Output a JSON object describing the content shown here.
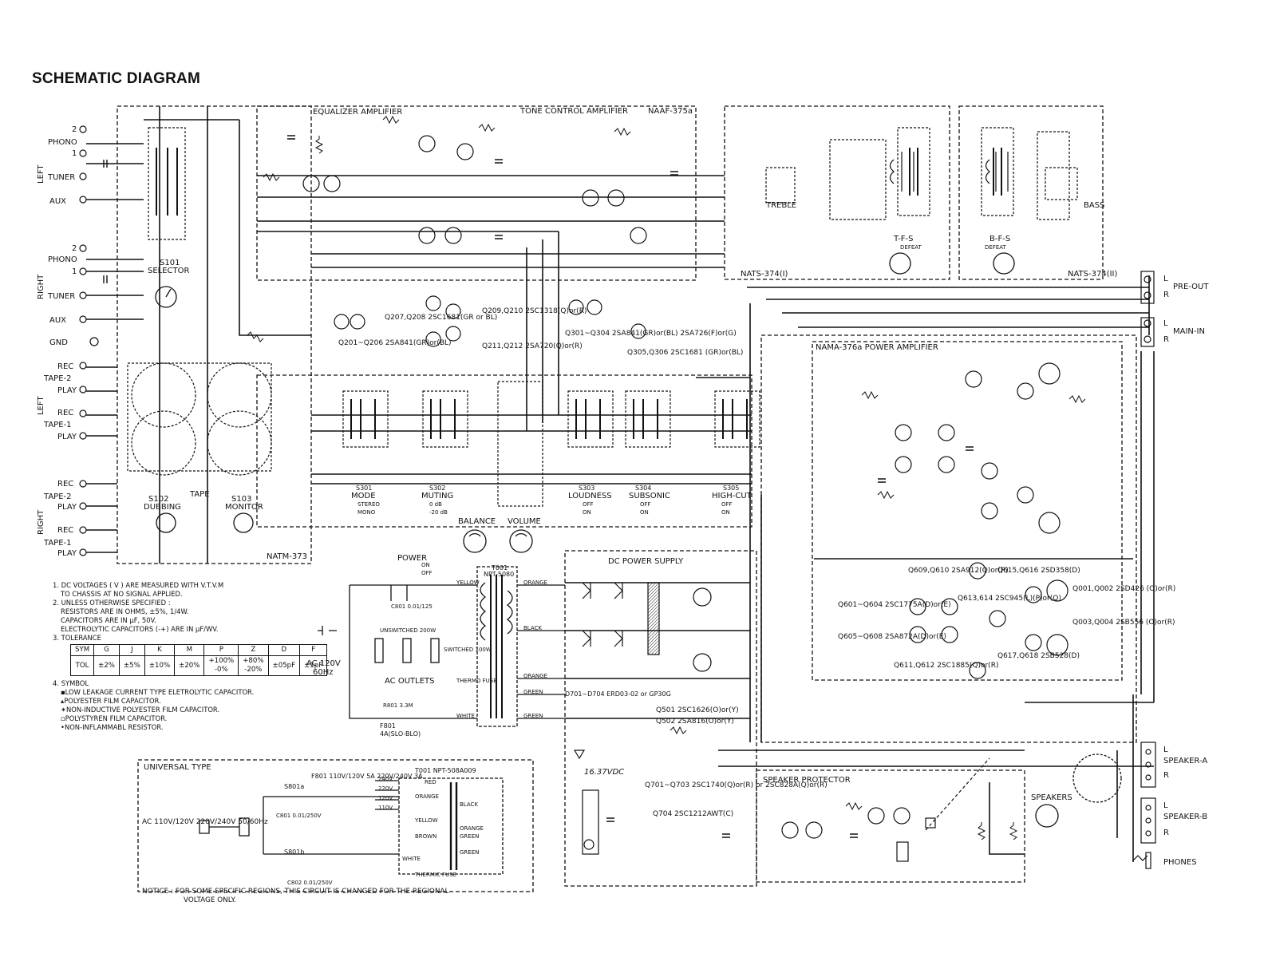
{
  "title": "SCHEMATIC DIAGRAM",
  "boards": {
    "natm": "NATM-373",
    "naaf": "NAAF-375a",
    "eq": "EQUALIZER AMPLIFIER",
    "tone": "TONE CONTROL AMPLIFIER",
    "nats1": "NATS-374(I)",
    "nats2": "NATS-374(II)",
    "nama": "NAMA-376a POWER AMPLIFIER",
    "dc": "DC POWER SUPPLY",
    "sp": "SPEAKER PROTECTOR",
    "universal": "UNIVERSAL TYPE"
  },
  "inputs": {
    "left": "LEFT",
    "right": "RIGHT",
    "phono": "PHONO",
    "tuner": "TUNER",
    "aux": "AUX",
    "gnd": "GND",
    "tape2": "TAPE-2",
    "tape1": "TAPE-1",
    "rec": "REC",
    "play": "PLAY",
    "n1": "1",
    "n2": "2"
  },
  "controls": {
    "selector": "SELECTOR",
    "s101": "S101",
    "tape": "TAPE",
    "dubbing": "DUBBING",
    "monitor": "MONITOR",
    "s102": "S102",
    "s103": "S103",
    "mode": "MODE",
    "muting": "MUTING",
    "loudness": "LOUDNESS",
    "subsonic": "SUBSONIC",
    "highcut": "HIGH-CUT",
    "balance": "BALANCE",
    "volume": "VOLUME",
    "treble": "TREBLE",
    "bass": "BASS",
    "tfs": "T-F-S",
    "bfs": "B-F-S",
    "defeat": "DEFEAT",
    "power": "POWER",
    "speakers": "SPEAKERS",
    "s301": "S301",
    "s302": "S302",
    "s303": "S303",
    "s304": "S304",
    "s305": "S305",
    "stereo": "STEREO",
    "mono": "MONO",
    "db0": "0 dB",
    "db20": "-20 dB",
    "off": "OFF",
    "on": "ON"
  },
  "outputs": {
    "preout": "PRE-OUT",
    "mainin": "MAIN-IN",
    "spa": "SPEAKER-A",
    "spb": "SPEAKER-B",
    "phones": "PHONES",
    "L": "L",
    "R": "R"
  },
  "power_section": {
    "ac": "AC 120V",
    "hz": "60Hz",
    "outlets": "AC OUTLETS",
    "unswitched": "UNSWITCHED 200W",
    "switched": "SWITCHED 100W",
    "t001": "T001",
    "npt": "NPT-5080",
    "thermo": "THERMO FUSE",
    "yellow": "YELLOW",
    "orange": "ORANGE",
    "black": "BLACK",
    "green": "GREEN",
    "white": "WHITE",
    "f801": "F801",
    "fuse": "4A(SLO-BLO)",
    "c801": "C801 0.01/125",
    "r801": "R801 3.3M",
    "vdc": "16.37VDC"
  },
  "transistors": {
    "tone1": "Q207,Q208 2SC1681(GR or BL)",
    "tone2": "Q201~Q206 2SA841(GR)or(BL)",
    "tone3": "Q209,Q210 2SC1318(Q)or(R)",
    "tone4": "Q211,Q212 2SA720(Q)or(R)",
    "tone5": "Q301~Q304 2SA841(GR)or(BL) 2SA726(F)or(G)",
    "tone6": "Q305,Q306 2SC1681 (GR)or(BL)",
    "pa1": "Q609,Q610 2SA912(Q)or(R)",
    "pa2": "Q615,Q616 2SD358(D)",
    "pa3": "Q601~Q604 2SC1775A(D)or(E)",
    "pa4": "Q613,614 2SC945(L)(P)or(Q)",
    "pa5": "Q605~Q608 2SA872A(D)or(E)",
    "pa6": "Q617,Q618 2SB528(D)",
    "pa7": "Q611,Q612 2SC1885(Q)or(R)",
    "pa8": "Q001,Q002 2SD426 (O)or(R)",
    "pa9": "Q003,Q004 2SB556 (O)or(R)",
    "ps1": "Q501 2SC1626(O)or(Y)",
    "ps2": "Q502 2SA816(O)or(Y)",
    "sp1": "Q701~Q703 2SC1740(Q)or(R) or 2SC828A(Q)or(R)",
    "sp2": "Q704 2SC1212AWT(C)",
    "diode": "D701~D704 ERD03-02 or GP30G"
  },
  "universal": {
    "ac": "AC 110V/120V 220V/240V 50/60Hz",
    "t001": "T001 NPT-508A009",
    "f801": "F801 110V/120V 5A 220V/240V 3A",
    "taps": [
      "240V",
      "220V",
      "120V",
      "110V"
    ],
    "colors": [
      "RED",
      "ORANGE",
      "BLACK",
      "YELLOW",
      "BROWN",
      "ORANGE",
      "GREEN",
      "WHITE",
      "GREEN"
    ],
    "s801a": "S801a",
    "s801b": "S801b",
    "c801": "C801 0.01/250V",
    "c802": "C802 0.01/250V",
    "thermic": "THERMIC FUSE"
  },
  "notes": {
    "n1a": "1. DC VOLTAGES ( V ) ARE MEASURED WITH V.T.V.M",
    "n1b": "TO CHASSIS AT NO SIGNAL APPLIED.",
    "n2a": "2. UNLESS OTHERWISE SPECIFIED :",
    "n2b": "RESISTORS ARE IN OHMS, ±5%, 1/4W.",
    "n2c": "CAPACITORS ARE IN μF, 50V.",
    "n2d": "ELECTROLYTIC CAPACITORS (-+) ARE IN μF/WV.",
    "n3": "3. TOLERANCE",
    "tol_head": [
      "SYM",
      "G",
      "J",
      "K",
      "M",
      "P",
      "Z",
      "D",
      "F"
    ],
    "tol_row": [
      "TOL",
      "±2%",
      "±5%",
      "±10%",
      "±20%",
      "+100% -0%",
      "+80% -20%",
      "±05pF",
      "±1pF"
    ],
    "n4": "4. SYMBOL",
    "s1": "▪LOW LEAKAGE CURRENT TYPE ELETROLYTIC CAPACITOR.",
    "s2": "▴POLYESTER FILM CAPACITOR.",
    "s3": "✶NON-INDUCTIVE POLYESTER FILM CAPACITOR.",
    "s4": "▫POLYSTYREN FILM CAPACITOR.",
    "s5": "•NON-INFLAMMABL RESISTOR."
  },
  "notice": {
    "line1": "NOTICE : FOR SOME SPECIFIC REGIONS, THIS CIRCUIT IS CHANGED FOR THE REGIONAL",
    "line2": "VOLTAGE ONLY."
  }
}
